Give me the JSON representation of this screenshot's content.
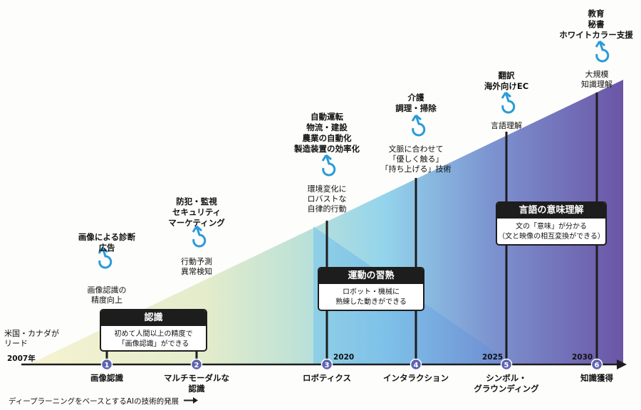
{
  "region_note": [
    "米国・カナダが",
    "リード"
  ],
  "start_year": "2007年",
  "years": [
    "2020",
    "2025",
    "2030"
  ],
  "axis_caption": "ディープラーニングをベースとするAIの技術的発展",
  "milestones": [
    {
      "num": "1",
      "label": [
        "画像認識"
      ]
    },
    {
      "num": "2",
      "label": [
        "マルチモーダルな",
        "認識"
      ]
    },
    {
      "num": "3",
      "label": [
        "ロボティクス"
      ]
    },
    {
      "num": "4",
      "label": [
        "インタラクション"
      ]
    },
    {
      "num": "5",
      "label": [
        "シンボル・",
        "グラウンディング"
      ]
    },
    {
      "num": "6",
      "label": [
        "知識獲得"
      ]
    }
  ],
  "capabilities": [
    [
      "画像認識の",
      "精度向上"
    ],
    [
      "行動予測",
      "異常検知"
    ],
    [
      "環境変化に",
      "ロバストな",
      "自律的行動"
    ],
    [
      "文脈に合わせて",
      "「優しく触る」",
      "「持ち上げる」技術"
    ],
    [
      "言語理解"
    ],
    [
      "大規模",
      "知識理解"
    ]
  ],
  "applications": [
    [
      "画像による診断",
      "広告"
    ],
    [
      "防犯・監視",
      "セキュリティ",
      "マーケティング"
    ],
    [
      "自動運転",
      "物流・建設",
      "農業の自動化",
      "製造装置の効率化"
    ],
    [
      "介護",
      "調理・掃除"
    ],
    [
      "翻訳",
      "海外向けEC"
    ],
    [
      "教育",
      "秘書",
      "ホワイトカラー支援"
    ]
  ],
  "phases": [
    {
      "title": "認識",
      "body": [
        "初めて人間以上の精度で",
        "「画像認識」ができる"
      ]
    },
    {
      "title": "運動の習熟",
      "body": [
        "ロボット・機械に",
        "熟練した動きができる"
      ]
    },
    {
      "title": "言語の意味理解",
      "body": [
        "文の「意味」が分かる",
        "（文と映像の相互変換ができる）"
      ]
    }
  ],
  "colors": {
    "band_start": "#f3efc4",
    "band_mid": "#8fd0ea",
    "band_end": "#6e5aa8",
    "circle": "#5e63b0",
    "arrow_icon": "#2a9ad8",
    "ink": "#1d1d1d"
  }
}
